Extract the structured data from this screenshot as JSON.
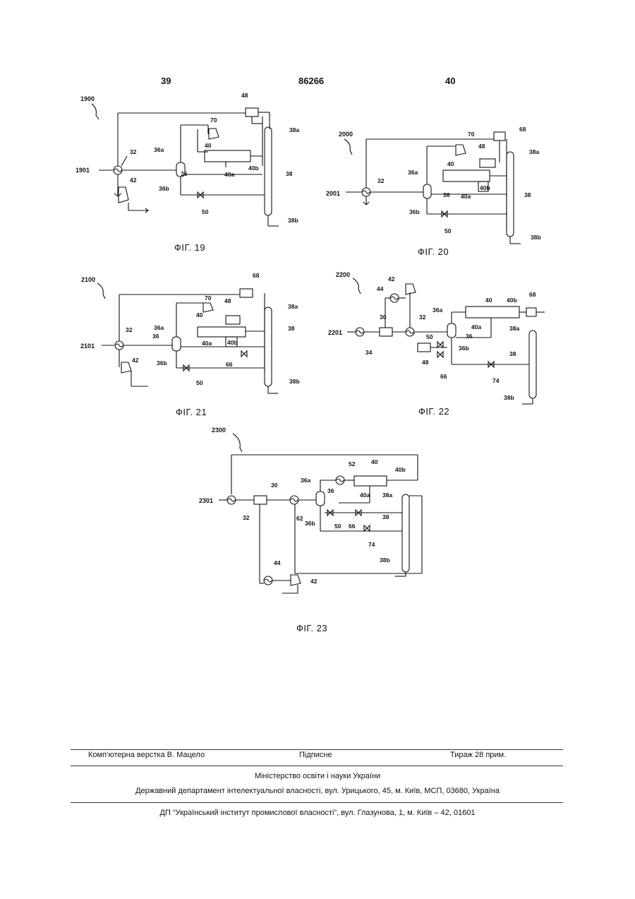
{
  "header": {
    "left_page": "39",
    "patent_number": "86266",
    "right_page": "40"
  },
  "figures": {
    "f19": {
      "caption": "ФІГ. 19",
      "ref": "1900",
      "inlet": "1901",
      "l48": "48",
      "l70": "70",
      "l38a": "38a",
      "l36a": "36a",
      "l32": "32",
      "l40": "40",
      "l40b": "40b",
      "l40a": "40a",
      "l36": "36",
      "l38": "38",
      "l42": "42",
      "l36b": "36b",
      "l50": "50",
      "l38b": "38b"
    },
    "f20": {
      "caption": "ФІГ. 20",
      "ref": "2000",
      "inlet": "2001",
      "l68": "68",
      "l70": "70",
      "l48": "48",
      "l38a": "38a",
      "l36a": "36a",
      "l40": "40",
      "l32": "32",
      "l36": "36",
      "l40a": "40a",
      "l40b": "40b",
      "l38": "38",
      "l36b": "36b",
      "l50": "50",
      "l38b": "38b"
    },
    "f21": {
      "caption": "ФІГ. 21",
      "ref": "2100",
      "inlet": "2101",
      "l68": "68",
      "l70": "70",
      "l48": "48",
      "l38a": "38a",
      "l40": "40",
      "l36a": "36a",
      "l32": "32",
      "l36": "36",
      "l38": "38",
      "l40a": "40a",
      "l40b": "40b",
      "l42": "42",
      "l36b": "36b",
      "l66": "66",
      "l50": "50",
      "l38b": "38b"
    },
    "f22": {
      "caption": "ФІГ. 22",
      "ref": "2200",
      "inlet": "2201",
      "l42": "42",
      "l44": "44",
      "l40": "40",
      "l68": "68",
      "l40b": "40b",
      "l36a": "36a",
      "l30": "30",
      "l32": "32",
      "l40a": "40a",
      "l38a": "38a",
      "l36": "36",
      "l50": "50",
      "l36b": "36b",
      "l34": "34",
      "l38": "38",
      "l48": "48",
      "l66": "66",
      "l74": "74",
      "l38b": "38b"
    },
    "f23": {
      "caption": "ФІГ. 23",
      "ref": "2300",
      "inlet": "2301",
      "l52": "52",
      "l40": "40",
      "l40b": "40b",
      "l36a": "36a",
      "l30": "30",
      "l36": "36",
      "l40a": "40a",
      "l38a": "38a",
      "l32": "32",
      "l62": "62",
      "l36b": "36b",
      "l50": "50",
      "l66": "66",
      "l38": "38",
      "l74": "74",
      "l38b": "38b",
      "l44": "44",
      "l42": "42"
    }
  },
  "footer": {
    "typesetting": "Комп’ютерна верстка В. Мацело",
    "signed": "Підписне",
    "circulation": "Тираж 28 прим.",
    "ministry": "Міністерство освіти і науки України",
    "department": "Державний департамент інтелектуальної власності, вул. Урицького, 45, м. Київ, МСП, 03680, Україна",
    "institute": "ДП “Український інститут промислової власності”, вул. Глазунова, 1, м. Київ – 42, 01601"
  }
}
